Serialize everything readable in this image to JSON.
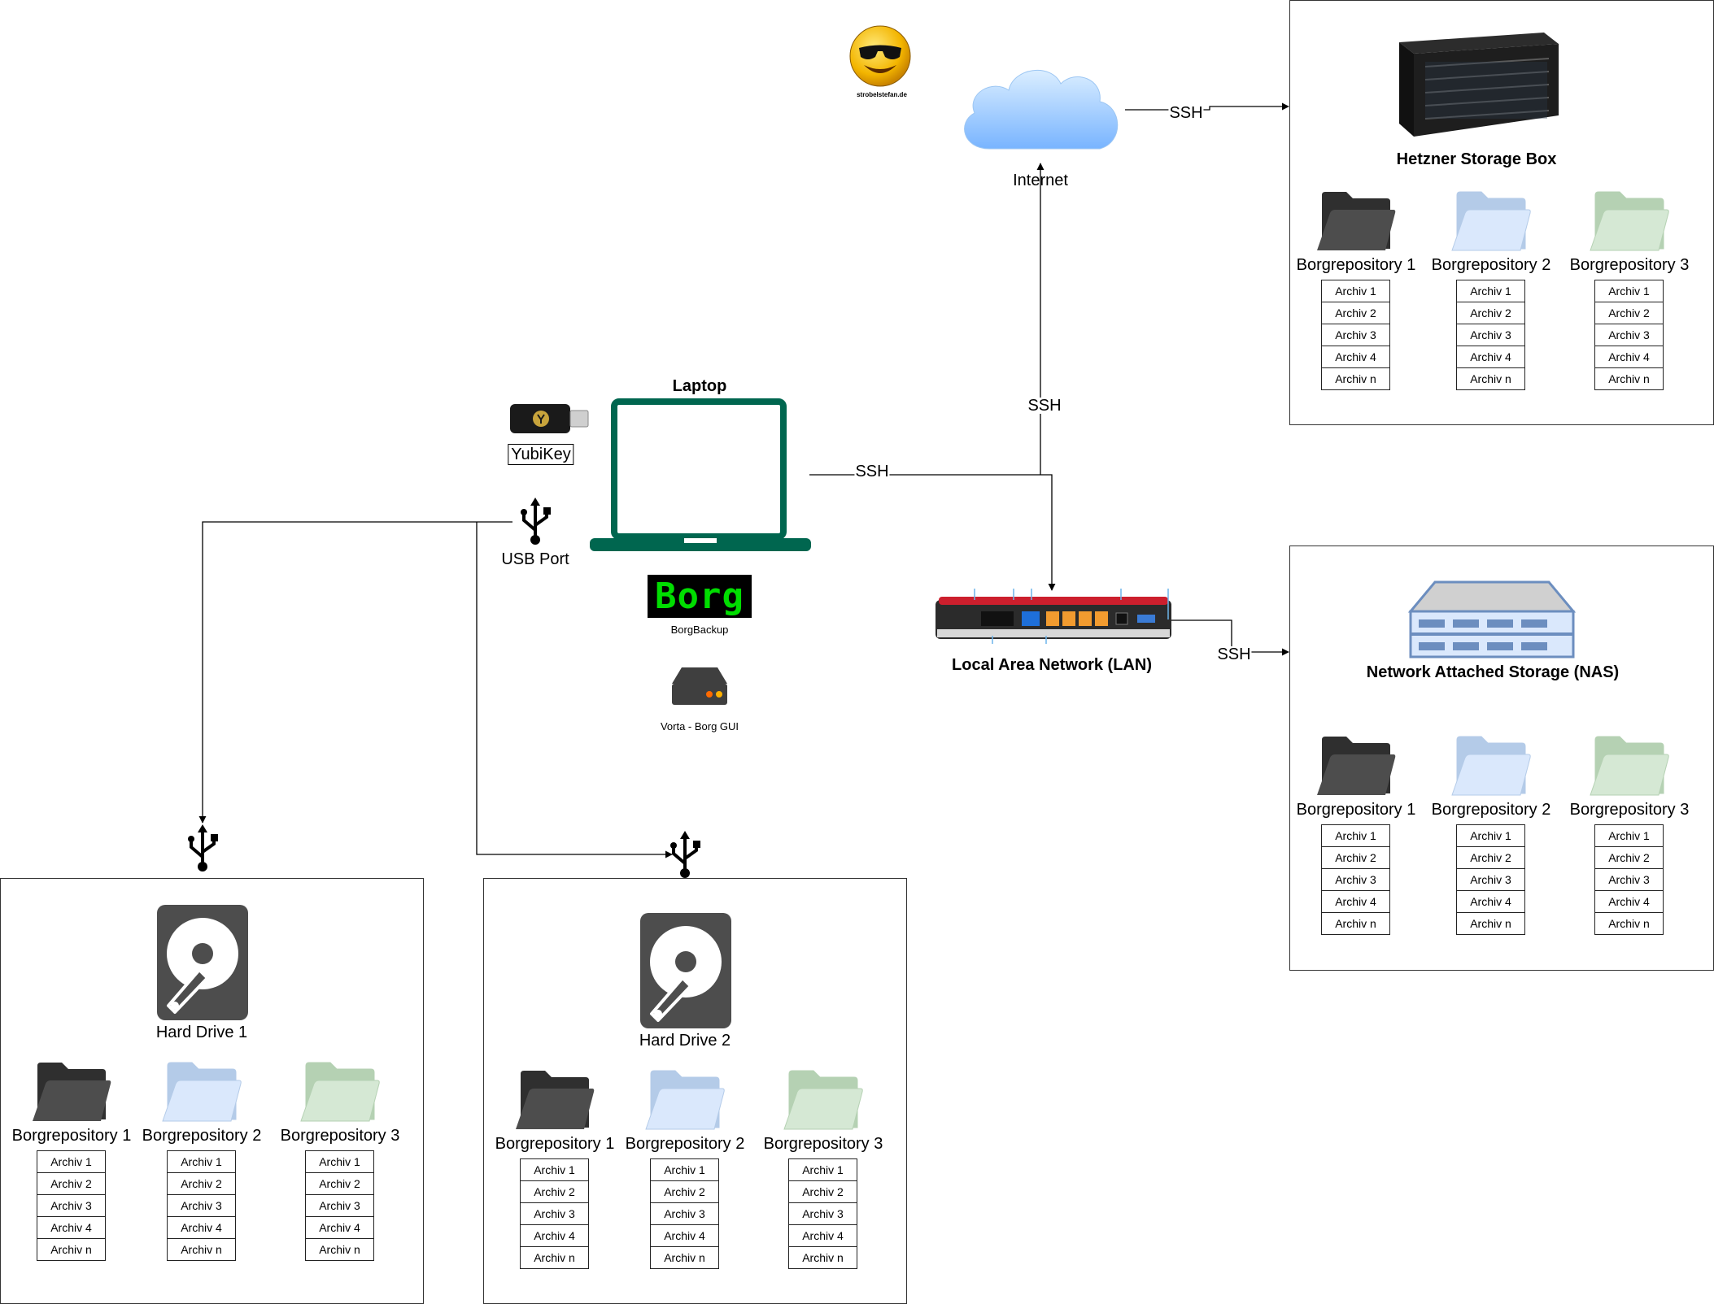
{
  "brand": {
    "caption": "strobelstefan.de"
  },
  "nodes": {
    "internet": "Internet",
    "hetzner": "Hetzner Storage Box",
    "laptop": "Laptop",
    "yubikey": "YubiKey",
    "usb_port": "USB Port",
    "borg_logo": "Borg",
    "borgbackup": "BorgBackup",
    "vorta": "Vorta - Borg GUI",
    "lan": "Local Area Network (LAN)",
    "nas": "Network Attached Storage (NAS)",
    "hd1": "Hard Drive 1",
    "hd2": "Hard Drive 2"
  },
  "edges": {
    "internet_hetzner": "SSH",
    "lan_internet": "SSH",
    "laptop_lan": "SSH",
    "lan_nas": "SSH"
  },
  "repositories": [
    {
      "name": "Borgrepository 1",
      "color": "#4d4d4d",
      "shade": "#2f2f2f"
    },
    {
      "name": "Borgrepository 2",
      "color": "#dae8fc",
      "shade": "#b4cbe8"
    },
    {
      "name": "Borgrepository 3",
      "color": "#d5e8d4",
      "shade": "#b5d1b3"
    }
  ],
  "archives": [
    "Archiv 1",
    "Archiv 2",
    "Archiv 3",
    "Archiv 4",
    "Archiv n"
  ],
  "colors": {
    "laptop": "#00664f",
    "cloud_top": "#dbeeff",
    "cloud_bottom": "#78b4ff",
    "borg_green": "#00dd00",
    "nas_outline": "#6c8ebf"
  }
}
